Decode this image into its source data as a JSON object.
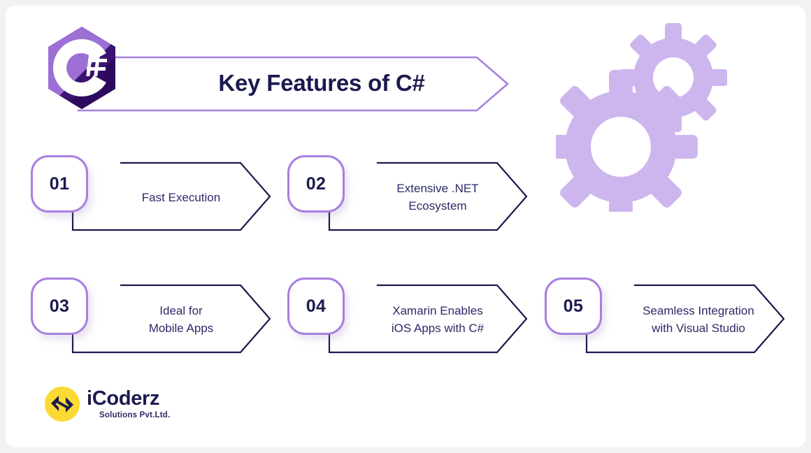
{
  "page": {
    "title": "Key Features of C#",
    "background_color": "#ffffff",
    "card_color": "#ffffff",
    "accent_purple": "#a87fe0",
    "navy": "#1b1a4e",
    "label_navy": "#2b2a68",
    "gear_lavender": "#cdb6ee",
    "brand_yellow": "#fada33"
  },
  "logo": {
    "name": "csharp-hexagon-logo",
    "letter": "C",
    "symbol": "#",
    "colors": {
      "light": "#9b6fd4",
      "mid": "#5a2a9e",
      "dark": "#3a1470",
      "deepest": "#2d0a5e"
    }
  },
  "decor": {
    "gear_large": "gear-icon",
    "gear_small": "gear-icon"
  },
  "features": [
    {
      "number": "01",
      "label": "Fast Execution",
      "lines": 1
    },
    {
      "number": "02",
      "label": "Extensive .NET\nEcosystem",
      "lines": 2
    },
    {
      "number": "03",
      "label": "Ideal for\nMobile Apps",
      "lines": 2
    },
    {
      "number": "04",
      "label": "Xamarin Enables\niOS Apps with C#",
      "lines": 2
    },
    {
      "number": "05",
      "label": "Seamless Integration\nwith Visual Studio",
      "lines": 2
    }
  ],
  "brand": {
    "name": "iCoderz",
    "tagline": "Solutions Pvt.Ltd.",
    "mark": "icoderz-arrows-icon"
  }
}
